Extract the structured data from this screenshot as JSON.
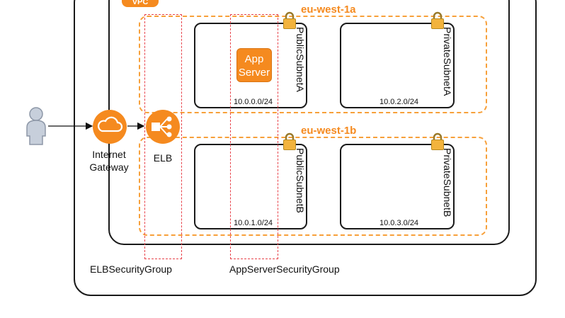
{
  "vpc": {
    "tag": "VPC"
  },
  "availability_zones": [
    {
      "label": "eu-west-1a"
    },
    {
      "label": "eu-west-1b"
    }
  ],
  "subnets": [
    {
      "name": "PublicSubnetA",
      "cidr": "10.0.0.0/24"
    },
    {
      "name": "PrivateSubnetA",
      "cidr": "10.0.2.0/24"
    },
    {
      "name": "PublicSubnetB",
      "cidr": "10.0.1.0/24"
    },
    {
      "name": "PrivateSubnetB",
      "cidr": "10.0.3.0/24"
    }
  ],
  "nodes": {
    "internet_gateway": {
      "line1": "Internet",
      "line2": "Gateway"
    },
    "elb": {
      "label": "ELB"
    },
    "app_server": {
      "line1": "App",
      "line2": "Server"
    }
  },
  "security_groups": [
    {
      "label": "ELBSecurityGroup"
    },
    {
      "label": "AppServerSecurityGroup"
    }
  ],
  "colors": {
    "accent_orange": "#f58a1f",
    "az_dash_orange": "#f7a03a",
    "security_group_red": "#e8424a",
    "lock_gold": "#f2b33d",
    "user_gray": "#aab4c3"
  },
  "icons": [
    "user-icon",
    "cloud-icon",
    "elb-icon",
    "lock-icon"
  ]
}
